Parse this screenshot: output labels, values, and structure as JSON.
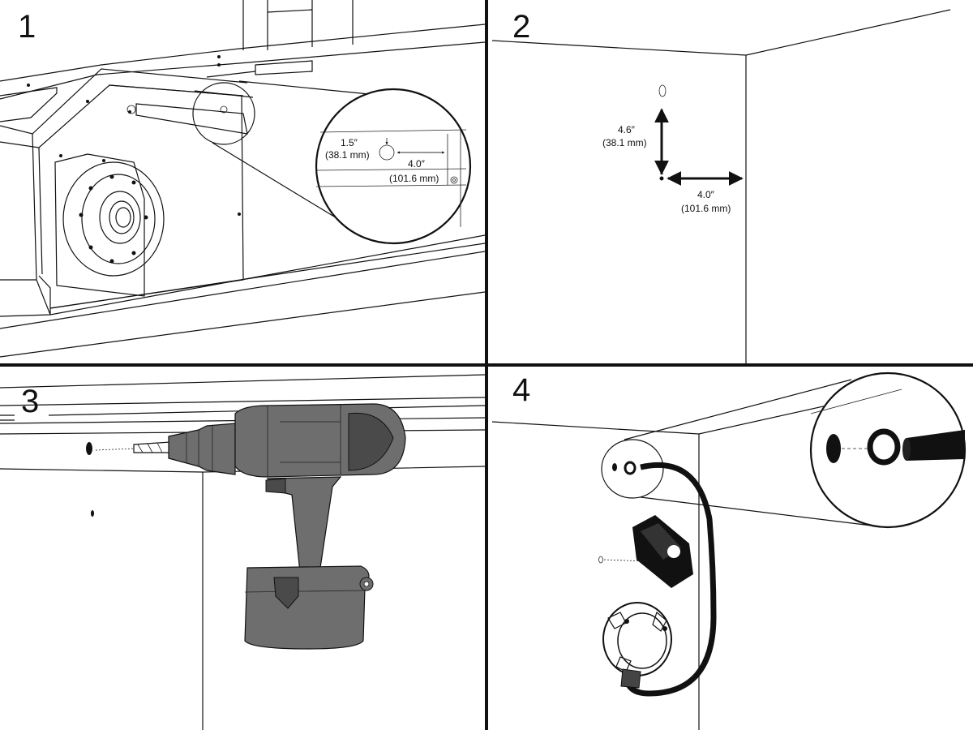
{
  "panels": [
    {
      "step": "1",
      "callout": {
        "v_dim_in": "1.5″",
        "v_dim_mm": "(38.1 mm)",
        "h_dim_in": "4.0″",
        "h_dim_mm": "(101.6 mm)"
      }
    },
    {
      "step": "2",
      "v_dim_in": "4.6″",
      "v_dim_mm": "(38.1 mm)",
      "h_dim_in": "4.0″",
      "h_dim_mm": "(101.6 mm)"
    },
    {
      "step": "3"
    },
    {
      "step": "4"
    }
  ],
  "colors": {
    "line": "#111111",
    "drill_body": "#6e6e6e",
    "drill_dark": "#4a4a4a",
    "background": "#ffffff"
  },
  "icons": [
    "drill-icon",
    "cable-grommet-icon",
    "mounting-bracket-icon",
    "junction-box-icon"
  ]
}
